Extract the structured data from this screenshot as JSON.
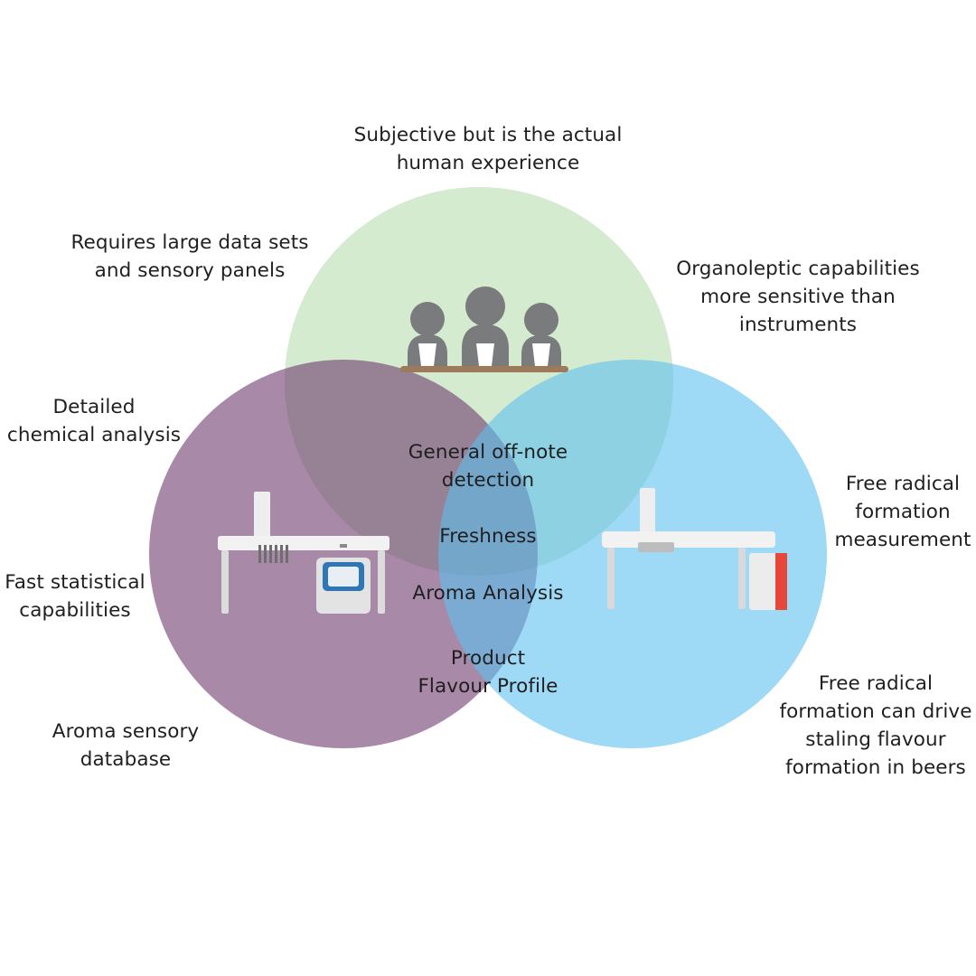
{
  "circles": {
    "sensory": {
      "color": "#b9deb0",
      "opacity": 0.6
    },
    "chemical": {
      "color": "#6e3a6e",
      "opacity": 0.6
    },
    "radical": {
      "color": "#5ec0ef",
      "opacity": 0.6
    }
  },
  "labels": {
    "top_note": "Subjective but is the actual\nhuman experience",
    "top_left_note": "Requires large data sets\nand sensory panels",
    "top_right_note": "Organoleptic capabilities\nmore sensitive than\ninstruments",
    "left_note_1": "Detailed\nchemical analysis",
    "left_note_2": "Fast statistical\ncapabilities",
    "left_note_3": "Aroma sensory\ndatabase",
    "right_note_1": "Free radical\nformation\nmeasurement",
    "right_note_2": "Free radical\nformation can drive\nstaling flavour\nformation in beers",
    "overlap_general": "General off-note\ndetection",
    "overlap_freshness": "Freshness",
    "overlap_aroma": "Aroma Analysis",
    "overlap_product": "Product\nFlavour Profile"
  },
  "colors": {
    "people": "#7a7b7c",
    "table": "#9c7a5a",
    "bench": "#f2f2f2",
    "screen_frame": "#2f76b6",
    "accent_red": "#e5473b"
  }
}
